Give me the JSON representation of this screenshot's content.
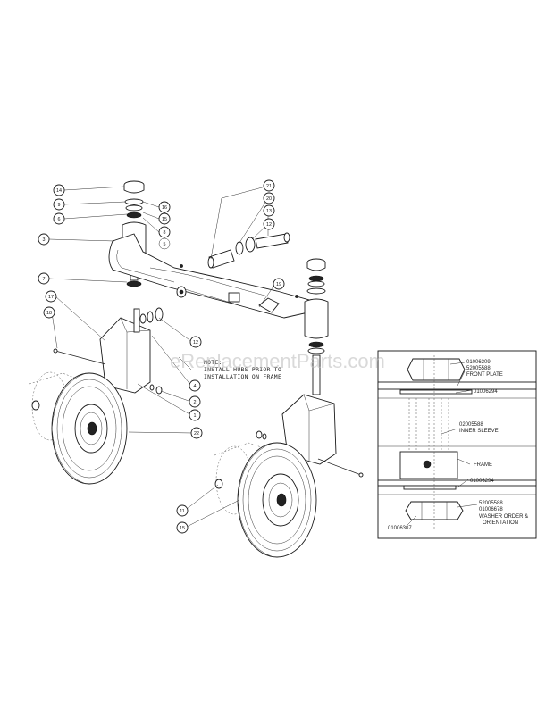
{
  "watermark": "eReplacementParts.com",
  "note_lines": [
    "NOTE:",
    "INSTALL HUBS PRIOR TO",
    "INSTALLATION ON FRAME"
  ],
  "callouts": [
    "14",
    "9",
    "6",
    "3",
    "7",
    "17",
    "18",
    "16",
    "15",
    "8",
    "5",
    "21",
    "20",
    "13",
    "12",
    "19",
    "12",
    "4",
    "2",
    "1",
    "22",
    "11",
    "15"
  ],
  "detail": {
    "labels": [
      "01006309",
      "52005588",
      "FRONT PLATE",
      "01006294",
      "02005588",
      "INNER SLEEVE",
      "FRAME",
      "01006294",
      "52005588",
      "01006678",
      "01006307",
      "WASHER ORDER &",
      "ORIENTATION"
    ]
  }
}
